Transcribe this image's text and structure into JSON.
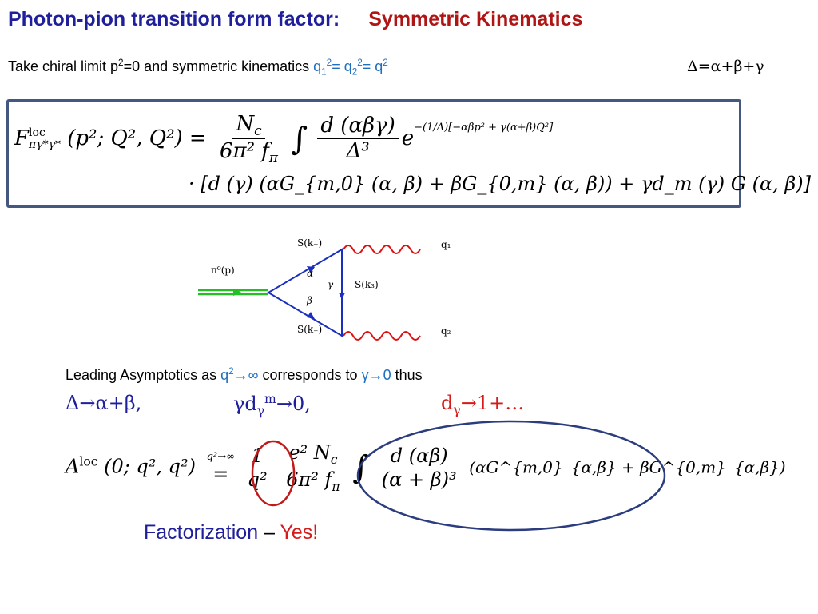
{
  "title": {
    "left": "Photon-pion transition form factor:",
    "right": "Symmetric Kinematics"
  },
  "subtitle": {
    "text": "Take chiral limit p",
    "p_exp": "2",
    "text2": "=0 and symmetric kinematics ",
    "q1": "q",
    "q1_sub": "1",
    "q1_exp": "2",
    "eq1": "= q",
    "q2_sub": "2",
    "q2_exp": "2",
    "eq2": "= q",
    "q_exp": "2"
  },
  "delta_def": "Δ=α+β+γ",
  "formula1": {
    "lhs": "F",
    "lhs_sup": "loc",
    "lhs_sub": "πγ*γ*",
    "args": "(p²; Q², Q²) =",
    "frac1_num": "N",
    "frac1_num_sub": "c",
    "frac1_den": "6π² f",
    "frac1_den_sub": "π",
    "integral": "∫",
    "frac2_num": "d (αβγ)",
    "frac2_den": "Δ³",
    "exp_base": "e",
    "exponent": "−(1/Δ)[−αβp² + γ(α+β)Q²]",
    "line2": "· [d (γ) (αG_{m,0} (α, β) + βG_{0,m} (α, β)) + γd_m (γ) G (α, β)]"
  },
  "diagram": {
    "pion_label": "π⁰(p)",
    "sk_plus": "S(k₊)",
    "sk_minus": "S(k₋)",
    "sk3": "S(k₃)",
    "alpha": "α",
    "beta": "β",
    "gamma": "γ",
    "q1": "q₁",
    "q2": "q₂",
    "colors": {
      "pion": "#22c022",
      "triangle": "#1a2fbf",
      "photon": "#dd1111"
    }
  },
  "asymptotics": {
    "text1": "Leading Asymptotics as ",
    "q": "q",
    "q_exp": "2",
    "arrow_inf": "→∞",
    "text2": " corresponds to ",
    "gamma": "γ",
    "arrow_zero": "→0",
    "text3": " thus"
  },
  "limits": {
    "l1": "Δ→α+β,",
    "l2_pre": "γd",
    "l2_sub": "γ",
    "l2_sup": "m",
    "l2_post": "→0,",
    "l3_pre": "d",
    "l3_sub": "γ",
    "l3_post": "→1+…"
  },
  "formula2": {
    "lhs": "A",
    "lhs_sup": "loc",
    "args": "(0; q², q²)",
    "limit": "q²→∞",
    "eq": "=",
    "frac1_num": "1",
    "frac1_den": "q²",
    "frac2_num": "e² N",
    "frac2_num_sub": "c",
    "frac2_den": "6π² f",
    "frac2_den_sub": "π",
    "integral": "∫",
    "frac3_num": "d (αβ)",
    "frac3_den": "(α + β)³",
    "tail": "(αG^{m,0}_{α,β} + βG^{0,m}_{α,β})"
  },
  "factorization": {
    "label": "Factorization",
    "dash": " – ",
    "answer": "Yes!"
  },
  "colors": {
    "title_left": "#1f1f9c",
    "title_right": "#b01515",
    "blue": "#1f6fbf",
    "red": "#d61a1a",
    "ellipse": "#2b3c7f",
    "circle": "#c01a1a"
  }
}
